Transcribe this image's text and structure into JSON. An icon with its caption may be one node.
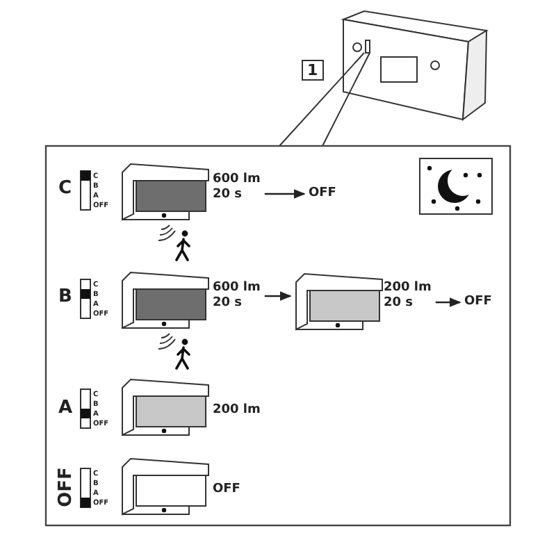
{
  "diagram": {
    "nodes": [
      {
        "text": [
          "600 lm 20 s"
        ]
      },
      {
        "text": [
          "OFF"
        ]
      },
      {
        "text": [
          "600 lm 20 s"
        ]
      },
      {
        "text": [],
        "shape": "picture"
      },
      {
        "text": [
          "200 lm 20 s"
        ]
      },
      {
        "text": [
          "OFF"
        ]
      }
    ],
    "edges": [
      {
        "from": 0,
        "to": 1,
        "arrow": "to"
      },
      {
        "from": 2,
        "to": 3,
        "arrow": "to"
      },
      {
        "from": 4,
        "to": 5,
        "arrow": "to"
      }
    ],
    "labels": [
      "1",
      "C",
      "C",
      "B",
      "A",
      "OFF",
      "B",
      "C",
      "B",
      "A",
      "OFF",
      "A",
      "C",
      "B",
      "A",
      "OFF",
      "200 lm",
      "OFF",
      "C",
      "B",
      "A",
      "OFF",
      "OFF"
    ]
  }
}
